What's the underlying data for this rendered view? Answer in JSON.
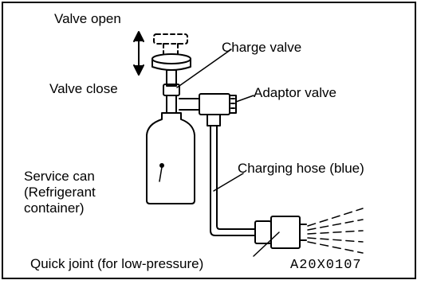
{
  "labels": {
    "valve_open": "Valve open",
    "valve_close": "Valve close",
    "charge_valve": "Charge valve",
    "adaptor_valve": "Adaptor valve",
    "service_can_line1": "Service can",
    "service_can_line2": "(Refrigerant",
    "service_can_line3": "container)",
    "charging_hose": "Charging hose (blue)",
    "quick_joint": "Quick joint (for low-pressure)",
    "figure_code": "A20X0107"
  },
  "colors": {
    "ink": "#000000",
    "paper": "#ffffff"
  }
}
